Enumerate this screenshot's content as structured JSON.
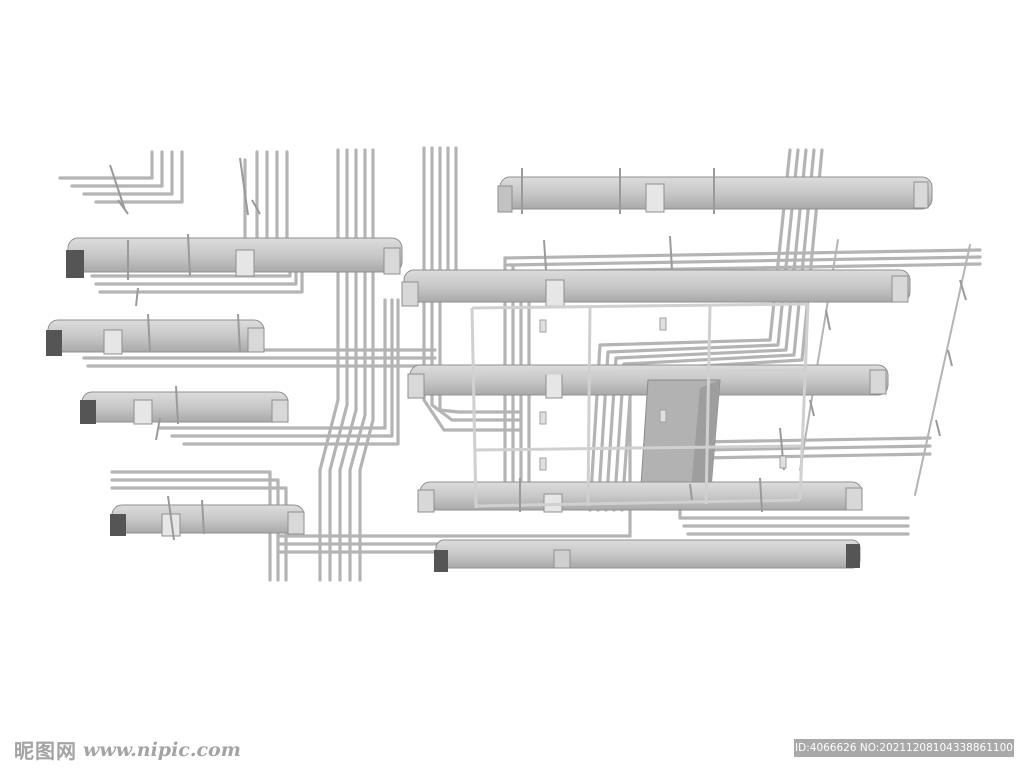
{
  "image": {
    "description_colors": {
      "duct_fill": "#c9c9c9",
      "duct_edge": "#8f8f8f",
      "duct_end": "#5a5a5a",
      "pipe": "#bdbdbd",
      "pipe_edge": "#8a8a8a",
      "frame": "#d2d2d2",
      "background": "#ffffff"
    }
  },
  "watermark": {
    "logo_text": "昵图网",
    "site_text": "www.nipic.com",
    "id_text": "ID:4066626 NO:20211208104338861100"
  }
}
